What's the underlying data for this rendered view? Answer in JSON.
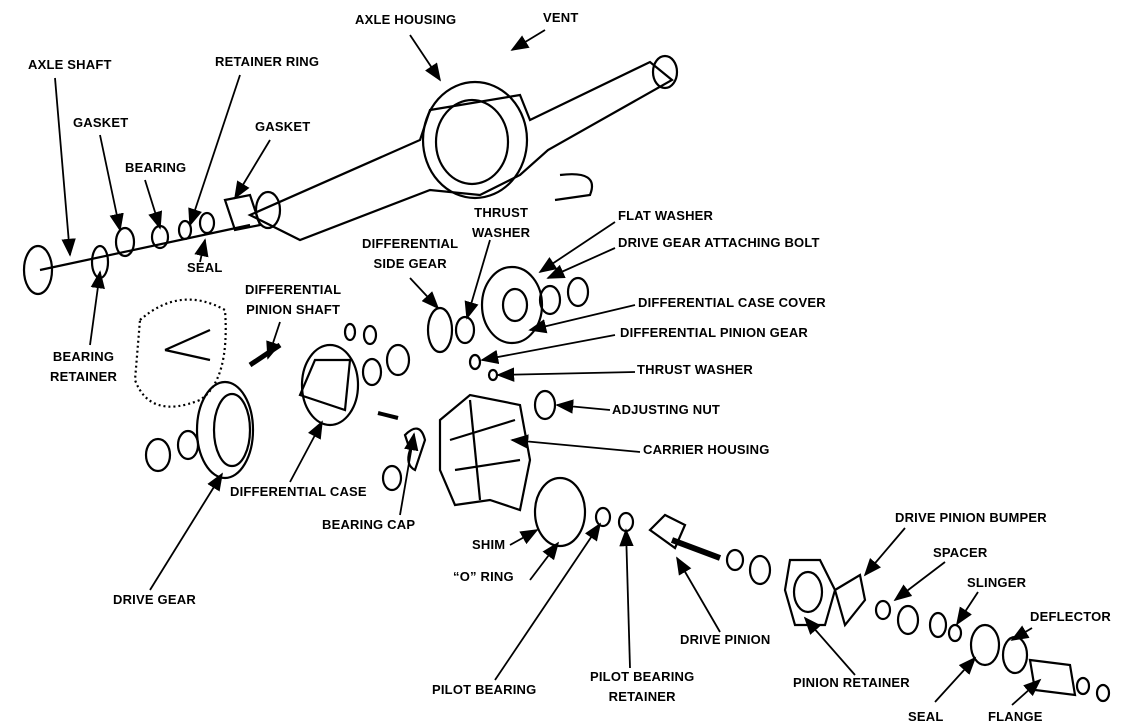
{
  "labels": [
    {
      "id": "axle-housing",
      "lines": [
        "AXLE HOUSING"
      ]
    },
    {
      "id": "vent",
      "lines": [
        "VENT"
      ]
    },
    {
      "id": "axle-shaft",
      "lines": [
        "AXLE SHAFT"
      ]
    },
    {
      "id": "retainer-ring",
      "lines": [
        "RETAINER RING"
      ]
    },
    {
      "id": "gasket-left",
      "lines": [
        "GASKET"
      ]
    },
    {
      "id": "gasket-right",
      "lines": [
        "GASKET"
      ]
    },
    {
      "id": "bearing",
      "lines": [
        "BEARING"
      ]
    },
    {
      "id": "seal-axle",
      "lines": [
        "SEAL"
      ]
    },
    {
      "id": "thrust-washer-top",
      "lines": [
        "THRUST",
        "WASHER"
      ]
    },
    {
      "id": "flat-washer",
      "lines": [
        "FLAT WASHER"
      ]
    },
    {
      "id": "drive-gear-attaching-bolt",
      "lines": [
        "DRIVE GEAR ATTACHING BOLT"
      ]
    },
    {
      "id": "differential-side-gear",
      "lines": [
        "DIFFERENTIAL",
        "SIDE GEAR"
      ]
    },
    {
      "id": "differential-pinion-shaft",
      "lines": [
        "DIFFERENTIAL",
        "PINION SHAFT"
      ]
    },
    {
      "id": "bearing-retainer",
      "lines": [
        "BEARING",
        "RETAINER"
      ]
    },
    {
      "id": "differential-case-cover",
      "lines": [
        "DIFFERENTIAL CASE COVER"
      ]
    },
    {
      "id": "differential-pinion-gear",
      "lines": [
        "DIFFERENTIAL PINION GEAR"
      ]
    },
    {
      "id": "thrust-washer",
      "lines": [
        "THRUST WASHER"
      ]
    },
    {
      "id": "adjusting-nut",
      "lines": [
        "ADJUSTING NUT"
      ]
    },
    {
      "id": "carrier-housing",
      "lines": [
        "CARRIER  HOUSING"
      ]
    },
    {
      "id": "differential-case",
      "lines": [
        "DIFFERENTIAL CASE"
      ]
    },
    {
      "id": "bearing-cap",
      "lines": [
        "BEARING CAP"
      ]
    },
    {
      "id": "drive-pinion-bumper",
      "lines": [
        "DRIVE  PINION BUMPER"
      ]
    },
    {
      "id": "shim",
      "lines": [
        "SHIM"
      ]
    },
    {
      "id": "spacer",
      "lines": [
        "SPACER"
      ]
    },
    {
      "id": "o-ring",
      "lines": [
        "“O” RING"
      ]
    },
    {
      "id": "slinger",
      "lines": [
        "SLINGER"
      ]
    },
    {
      "id": "drive-gear",
      "lines": [
        "DRIVE GEAR"
      ]
    },
    {
      "id": "deflector",
      "lines": [
        "DEFLECTOR"
      ]
    },
    {
      "id": "drive-pinion",
      "lines": [
        "DRIVE  PINION"
      ]
    },
    {
      "id": "pilot-bearing-retainer",
      "lines": [
        "PILOT BEARING",
        "RETAINER"
      ]
    },
    {
      "id": "pinion-retainer",
      "lines": [
        "PINION RETAINER"
      ]
    },
    {
      "id": "pilot-bearing",
      "lines": [
        "PILOT BEARING"
      ]
    },
    {
      "id": "seal-pinion",
      "lines": [
        "SEAL"
      ]
    },
    {
      "id": "flange",
      "lines": [
        "FLANGE"
      ]
    }
  ],
  "colors": {
    "ink": "#000000",
    "background": "#ffffff"
  }
}
